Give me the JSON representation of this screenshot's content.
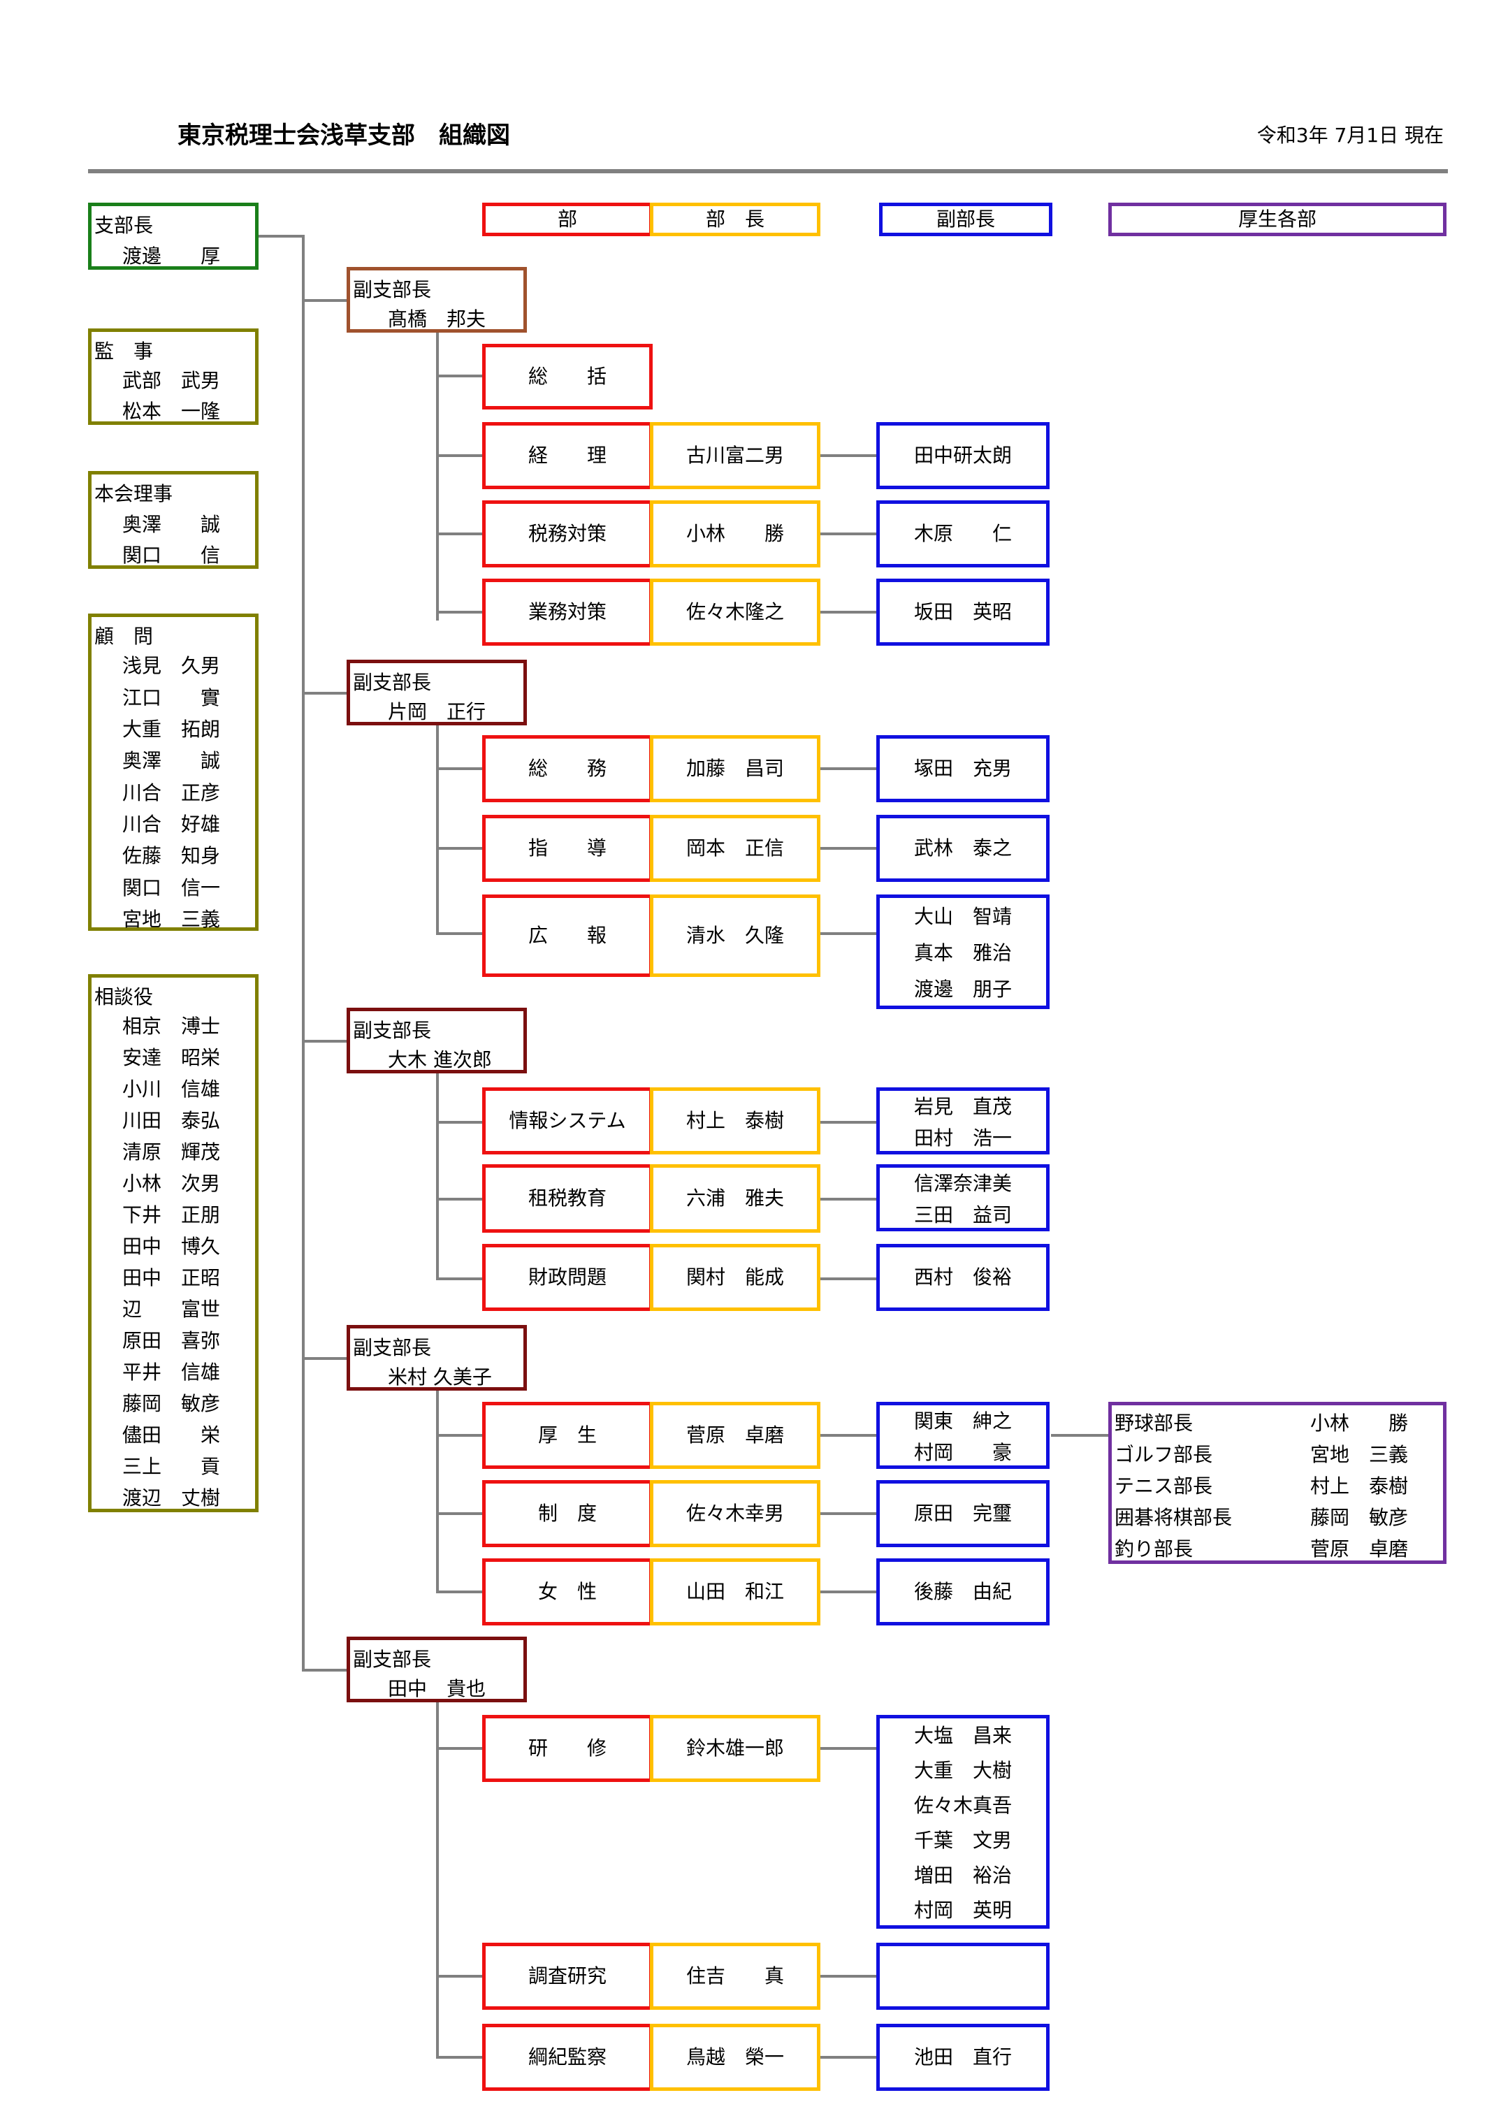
{
  "title": "東京税理士会浅草支部　組織図",
  "date": "令和3年 7月1日 現在",
  "legend": {
    "bu": "部",
    "bucho": "部　長",
    "fukubucho": "副部長",
    "kosei": "厚生各部"
  },
  "colors": {
    "green": "#1a7f1a",
    "olive": "#808000",
    "brown": "#a0522d",
    "maroon": "#7b0f0f",
    "red": "#ee1111",
    "yellow": "#ffc000",
    "blue": "#1010e0",
    "purple": "#7030a0",
    "line": "#808080"
  },
  "shibucho": {
    "label": "支部長",
    "name": "渡邊　　厚"
  },
  "kanji": {
    "label": "監　事",
    "members": [
      "武部　武男",
      "松本　一隆"
    ]
  },
  "honkai": {
    "label": "本会理事",
    "members": [
      "奥澤　　誠",
      "関口　　信"
    ]
  },
  "komon": {
    "label": "顧　問",
    "members": [
      "浅見　久男",
      "江口　　實",
      "大重　拓朗",
      "奥澤　　誠",
      "川合　正彦",
      "川合　好雄",
      "佐藤　知身",
      "関口　信一",
      "宮地　三義"
    ]
  },
  "sodan": {
    "label": "相談役",
    "members": [
      "相京　溥士",
      "安達　昭栄",
      "小川　信雄",
      "川田　泰弘",
      "清原　輝茂",
      "小林　次男",
      "下井　正朋",
      "田中　博久",
      "田中　正昭",
      "辺　　富世",
      "原田　喜弥",
      "平井　信雄",
      "藤岡　敏彦",
      "儘田　　栄",
      "三上　　貢",
      "渡辺　丈樹"
    ]
  },
  "groups": [
    {
      "label": "副支部長",
      "name": "髙橋　邦夫",
      "depts": [
        {
          "name": "総　　括",
          "head": "",
          "vice": []
        },
        {
          "name": "経　　理",
          "head": "古川富二男",
          "vice": [
            "田中研太朗"
          ]
        },
        {
          "name": "税務対策",
          "head": "小林　　勝",
          "vice": [
            "木原　　仁"
          ]
        },
        {
          "name": "業務対策",
          "head": "佐々木隆之",
          "vice": [
            "坂田　英昭"
          ]
        }
      ]
    },
    {
      "label": "副支部長",
      "name": "片岡　正行",
      "depts": [
        {
          "name": "総　　務",
          "head": "加藤　昌司",
          "vice": [
            "塚田　充男"
          ]
        },
        {
          "name": "指　　導",
          "head": "岡本　正信",
          "vice": [
            "武林　泰之"
          ]
        },
        {
          "name": "広　　報",
          "head": "清水　久隆",
          "vice": [
            "大山　智靖",
            "真本　雅治",
            "渡邊　朋子"
          ]
        }
      ]
    },
    {
      "label": "副支部長",
      "name": "大木 進次郎",
      "depts": [
        {
          "name": "情報システム",
          "head": "村上　泰樹",
          "vice": [
            "岩見　直茂",
            "田村　浩一"
          ]
        },
        {
          "name": "租税教育",
          "head": "六浦　雅夫",
          "vice": [
            "信澤奈津美",
            "三田　益司"
          ]
        },
        {
          "name": "財政問題",
          "head": "関村　能成",
          "vice": [
            "西村　俊裕"
          ]
        }
      ]
    },
    {
      "label": "副支部長",
      "name": "米村 久美子",
      "depts": [
        {
          "name": "厚　生",
          "head": "菅原　卓磨",
          "vice": [
            "関東　紳之",
            "村岡　　豪"
          ]
        },
        {
          "name": "制　度",
          "head": "佐々木幸男",
          "vice": [
            "原田　完璽"
          ]
        },
        {
          "name": "女　性",
          "head": "山田　和江",
          "vice": [
            "後藤　由紀"
          ]
        }
      ]
    },
    {
      "label": "副支部長",
      "name": "田中　貴也",
      "depts": [
        {
          "name": "研　　修",
          "head": "鈴木雄一郎",
          "vice": [
            "大塩　昌来",
            "大重　大樹",
            "佐々木真吾",
            "千葉　文男",
            "増田　裕治",
            "村岡　英明"
          ]
        },
        {
          "name": "調査研究",
          "head": "住吉　　真",
          "vice": []
        },
        {
          "name": "綱紀監察",
          "head": "鳥越　榮一",
          "vice": [
            "池田　直行"
          ]
        }
      ]
    }
  ],
  "kosei_bu": [
    {
      "club": "野球部長",
      "name": "小林　　勝"
    },
    {
      "club": "ゴルフ部長",
      "name": "宮地　三義"
    },
    {
      "club": "テニス部長",
      "name": "村上　泰樹"
    },
    {
      "club": "囲碁将棋部長",
      "name": "藤岡　敏彦"
    },
    {
      "club": "釣り部長",
      "name": "菅原　卓磨"
    }
  ]
}
